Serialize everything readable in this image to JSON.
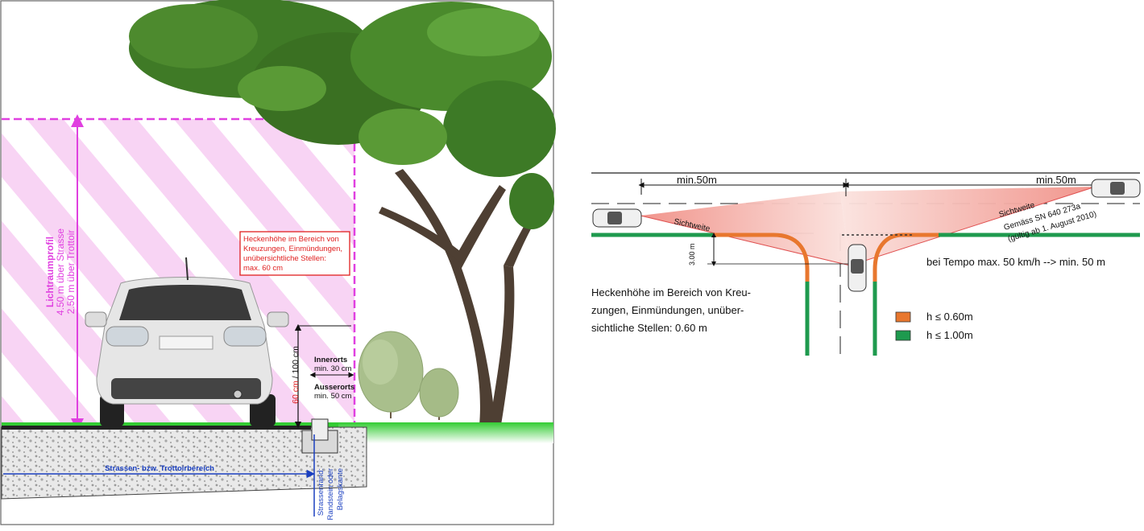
{
  "left": {
    "clearance_profile": {
      "title": "Lichtraumprofil",
      "line1": "4.50 m über Strasse",
      "line2": "2.50 m über Trottoir"
    },
    "hedge_note": {
      "line1": "Heckenhöhe im Bereich von",
      "line2": "Kreuzungen, Einmündungen,",
      "line3": "unübersichtliche Stellen:",
      "line4": "max. 60 cm"
    },
    "hedge_height_red": "60 cm",
    "hedge_height_rest": " / 100 cm",
    "innerorts_label": "Innerorts",
    "innerorts_value": "min. 30 cm",
    "ausserorts_label": "Ausserorts",
    "ausserorts_value": "min. 50 cm",
    "road_area_label": "Strassen- bzw. Trottoirbereich",
    "road_edge": {
      "line1": "Strassenrand:",
      "line2": "Randstein oder",
      "line3": "Belagskante"
    },
    "colors": {
      "magenta": "#e040e0",
      "red": "#e02020",
      "blue": "#1a3fc0",
      "grass": "#33cc33"
    }
  },
  "right": {
    "min_left": "min.50m",
    "min_right": "min.50m",
    "sight_left": "Sichtweite",
    "sight_right": "Sichtweite",
    "norm_line1": "Gemäss SN 640 273a",
    "norm_line2": "(gültig ab 1. August 2010)",
    "offset_label": "3.00 m",
    "tempo_note": "bei Tempo max. 50 km/h --> min. 50 m",
    "hedge_text": {
      "line1": "Heckenhöhe im Bereich von Kreu-",
      "line2": "zungen, Einmündungen, unüber-",
      "line3": "sichtliche Stellen: 0.60 m"
    },
    "legend": [
      {
        "label": "h ≤ 0.60m",
        "color": "#e8772e"
      },
      {
        "label": "h ≤ 1.00m",
        "color": "#1e9a4e"
      }
    ]
  }
}
